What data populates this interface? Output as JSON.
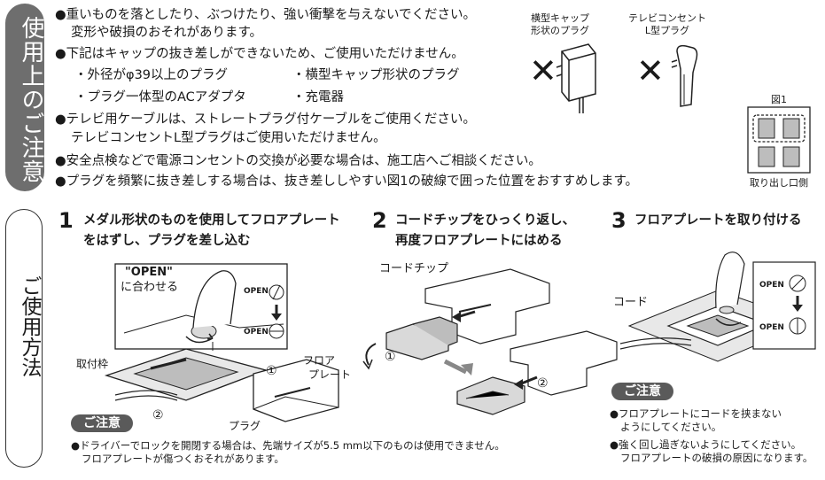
{
  "section1": {
    "tab": "使用上のご注意",
    "notes": [
      {
        "bullet": "●",
        "line1": "重いものを落としたり、ぶつけたり、強い衝撃を与えないでください。",
        "line2": "変形や破損のおそれがあります。"
      },
      {
        "bullet": "●",
        "line1": "下記はキャップの抜き差しができないため、ご使用いただけません。"
      },
      {
        "bullet": "●",
        "line1": "テレビ用ケーブルは、ストレートプラグ付ケーブルをご使用ください。",
        "line2": "テレビコンセントL型プラグはご使用いただけません。"
      },
      {
        "bullet": "●",
        "line1": "安全点検などで電源コンセントの交換が必要な場合は、施工店へご相談ください。"
      },
      {
        "bullet": "●",
        "line1": "プラグを頻繁に抜き差しする場合は、抜き差ししやすい図1の破線で囲った位置をおすすめします。"
      }
    ],
    "sub_items": [
      "・外径がφ39以上のプラグ",
      "・横型キャップ形状のプラグ",
      "・プラグ一体型のACアダプタ",
      "・充電器"
    ],
    "figure_labels": {
      "plug1_line1": "横型キャップ",
      "plug1_line2": "形状のプラグ",
      "plug2_line1": "テレビコンセント",
      "plug2_line2": "L型プラグ",
      "cross": "✕",
      "fig1_title": "図1",
      "fig1_caption": "取り出し口側"
    }
  },
  "section2": {
    "tab": "ご使用方法",
    "steps": [
      {
        "num": "1",
        "line1": "メダル形状のものを使用してフロアプレート",
        "line2": "をはずし、プラグを差し込む"
      },
      {
        "num": "2",
        "line1": "コードチップをひっくり返し、",
        "line2": "再度フロアプレートにはめる"
      },
      {
        "num": "3",
        "line1": "フロアプレートを取り付ける"
      }
    ],
    "step1_labels": {
      "open_quote": "\"OPEN\"",
      "align": "に合わせる",
      "open1": "OPEN",
      "open2": "OPEN",
      "frame": "取付枠",
      "plate1": "フロア",
      "plate2": "プレート",
      "plug": "プラグ",
      "circle1": "①",
      "circle2": "②"
    },
    "step2_labels": {
      "chip": "コードチップ",
      "circle1": "①",
      "circle2": "②"
    },
    "step3_labels": {
      "cord": "コード",
      "open1": "OPEN",
      "open2": "OPEN"
    },
    "caution_label": "ご注意",
    "caution1": {
      "line1": "●ドライバーでロックを開閉する場合は、先端サイズが5.5 mm以下のものは使用できません。",
      "line2": "フロアプレートが傷つくおそれがあります。"
    },
    "caution3": [
      {
        "line1": "●フロアプレートにコードを挟まない",
        "line2": "ようにしてください。"
      },
      {
        "line1": "●強く回し過ぎないようにしてください。",
        "line2": "フロアプレートの破損の原因になります。"
      }
    ]
  }
}
